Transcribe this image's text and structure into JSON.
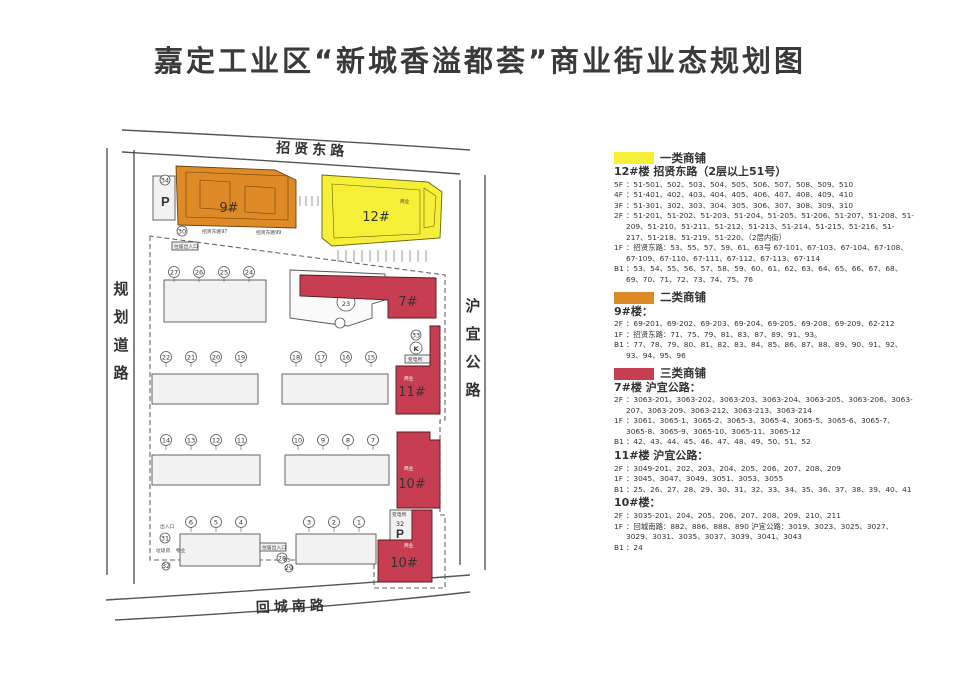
{
  "title": "嘉定工业区“新城香溢都荟”商业街业态规划图",
  "roads": {
    "north": "招贤东路",
    "south": "回城南路",
    "west": "规划道路",
    "east": "沪宜公路"
  },
  "colors": {
    "class1": "#f5ef38",
    "class2": "#de8a26",
    "class3": "#c73e52",
    "building_fill": "#f2f2f2",
    "line": "#555555"
  },
  "map": {
    "highlighted": {
      "b12": "12#",
      "b9": "9#",
      "b7": "7#",
      "b11": "11#",
      "b10a": "10#",
      "b10b": "10#"
    },
    "res_buildings": [
      {
        "nums": [
          "27",
          "26",
          "25",
          "24"
        ]
      },
      {
        "nums": [
          "22",
          "21",
          "20",
          "19"
        ]
      },
      {
        "nums": [
          "18",
          "17",
          "16",
          "15"
        ]
      },
      {
        "nums": [
          "14",
          "13",
          "12",
          "11"
        ]
      },
      {
        "nums": [
          "10",
          "9",
          "8",
          "7"
        ]
      },
      {
        "nums": [
          "6",
          "5",
          "4"
        ]
      },
      {
        "nums": [
          "3",
          "2",
          "1"
        ]
      }
    ],
    "b23": "23",
    "circle_33": "33",
    "circle_32": "32",
    "circle_31": "31",
    "circle_34": "34",
    "circle_30": "30",
    "circle_28": "28",
    "circle_29": "29",
    "parking_symbol": "P",
    "parking_symbol_2": "P",
    "k_symbol": "K",
    "parking_num": "32",
    "tiny_labels": {
      "zxdl97": "招贤东路97",
      "zxdl99": "招贤东路99",
      "entrance_n": "住居出入口",
      "entrance_s": "住居出入口",
      "shop_12": "商业",
      "power_23": "变电",
      "power_33": "变电所",
      "shop_11": "商业",
      "shop_10a": "商业",
      "power_32": "变电所",
      "shop_10b": "商业",
      "entrance_sw": "出入口",
      "station_sw": "垃圾房",
      "facility_sw": "物业",
      "addr_s": "03"
    }
  },
  "legend": {
    "class1": {
      "title": "一类商铺",
      "building": "12#楼  招贤东路（2层以上51号）",
      "rows": [
        {
          "k": "5F",
          "v": "：51-501、502、503、504、505、506、507、508、509、510"
        },
        {
          "k": "4F",
          "v": "：51-401、402、403、404、405、406、407、408、409、410"
        },
        {
          "k": "3F",
          "v": "：51-301、302、303、304、305、306、307、308、309、310"
        },
        {
          "k": "2F",
          "v": "：51-201、51-202、51-203、51-204、51-205、51-206、51-207、51-208、51-209、51-210、51-211、51-212、51-213、51-214、51-215、51-216、51-217、51-218、51-219、51-220、（2层内街）"
        },
        {
          "k": "1F",
          "v": "：招贤东路：53、55、57、59、61、63号 67-101、67-103、67-104、67-108、67-109、67-110、67-111、67-112、67-113、67-114"
        },
        {
          "k": "B1",
          "v": "：53、54、55、56、57、58、59、60、61、62、63、64、65、66、67、68、69、70、71、72、73、74、75、76"
        }
      ]
    },
    "class2": {
      "title": "二类商铺",
      "building": "9#楼：",
      "rows": [
        {
          "k": "2F",
          "v": "：69-201、69-202、69-203、69-204、69-205、69-208、69-209、62-212"
        },
        {
          "k": "1F",
          "v": "：招贤东路：71、75、79、81、83、87、89、91、93。"
        },
        {
          "k": "B1",
          "v": "：77、78、79、80、81、82、83、84、85、86、87、88、89、90、91、92、93、94、95、96"
        }
      ]
    },
    "class3": {
      "title": "三类商铺",
      "building_7": "7#楼  沪宜公路：",
      "rows_7": [
        {
          "k": "2F",
          "v": "：3063-201、3063-202、3063-203、3063-204、3063-205、3063-206、3063-207、3063-209、3063-212、3063-213、3063-214"
        },
        {
          "k": "1F",
          "v": "：3061、3065-1、3065-2、3065-3、3065-4、3065-5、3065-6、3065-7、3065-8、3065-9、3065-10、3065-11、3065-12"
        },
        {
          "k": "B1",
          "v": "：42、43、44、45、46、47、48、49、50、51、52"
        }
      ],
      "building_11": "11#楼  沪宜公路：",
      "rows_11": [
        {
          "k": "2F",
          "v": "：3049-201、202、203、204、205、206、207、208、209"
        },
        {
          "k": "1F",
          "v": "：3045、3047、3049、3051、3053、3055"
        },
        {
          "k": "B1",
          "v": "：25、26、27、28、29、30、31、32、33、34、35、36、37、38、39、40、41"
        }
      ],
      "building_10": "10#楼：",
      "rows_10": [
        {
          "k": "2F",
          "v": "：3035-201、204、205、206、207、208、209、210、211"
        },
        {
          "k": "1F",
          "v": "：回城南路：882、886、888、890 沪宜公路：3019、3023、3025、3027、3029、3031、3035、3037、3039、3041、3043"
        },
        {
          "k": "B1",
          "v": "：24"
        }
      ]
    }
  }
}
